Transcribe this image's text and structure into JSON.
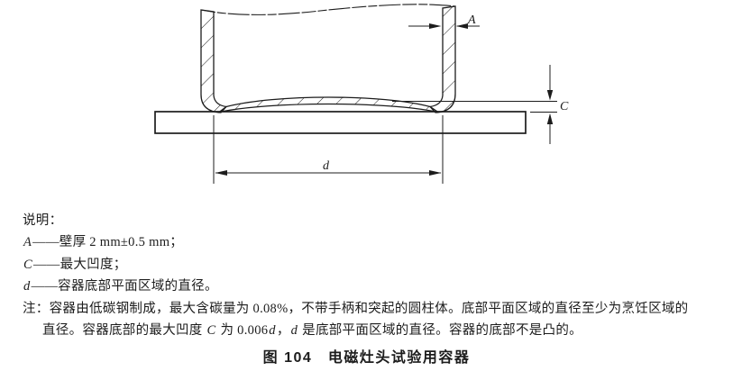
{
  "figure": {
    "ink_color": "#1c1c1c",
    "paper_color": "#ffffff",
    "diagram": {
      "description": "cross-section of cylindrical test vessel with concave bottom resting on flat plate",
      "dim_wall_thickness_label": "A",
      "dim_concavity_label": "C",
      "dim_bottom_diameter_label": "d"
    },
    "legend": {
      "title": "说明：",
      "items": [
        {
          "symbol": "A",
          "desc": "——壁厚 2 mm±0.5 mm；"
        },
        {
          "symbol": "C",
          "desc": "——最大凹度；"
        },
        {
          "symbol": "d",
          "desc": "——容器底部平面区域的直径。"
        }
      ]
    },
    "note": {
      "label": "注：",
      "line1": "容器由低碳钢制成，最大含碳量为 0.08%，不带手柄和突起的圆柱体。底部平面区域的直径至少为烹饪区域的",
      "line2": {
        "t1": "直径。容器底部的最大凹度 ",
        "sym1": "C",
        "t2": " 为 0.006",
        "sym2": "d",
        "t3": "，",
        "sym3": "d",
        "t4": " 是底部平面区域的直径。容器的底部不是凸的。"
      }
    },
    "caption": "图 104　电磁灶头试验用容器"
  }
}
